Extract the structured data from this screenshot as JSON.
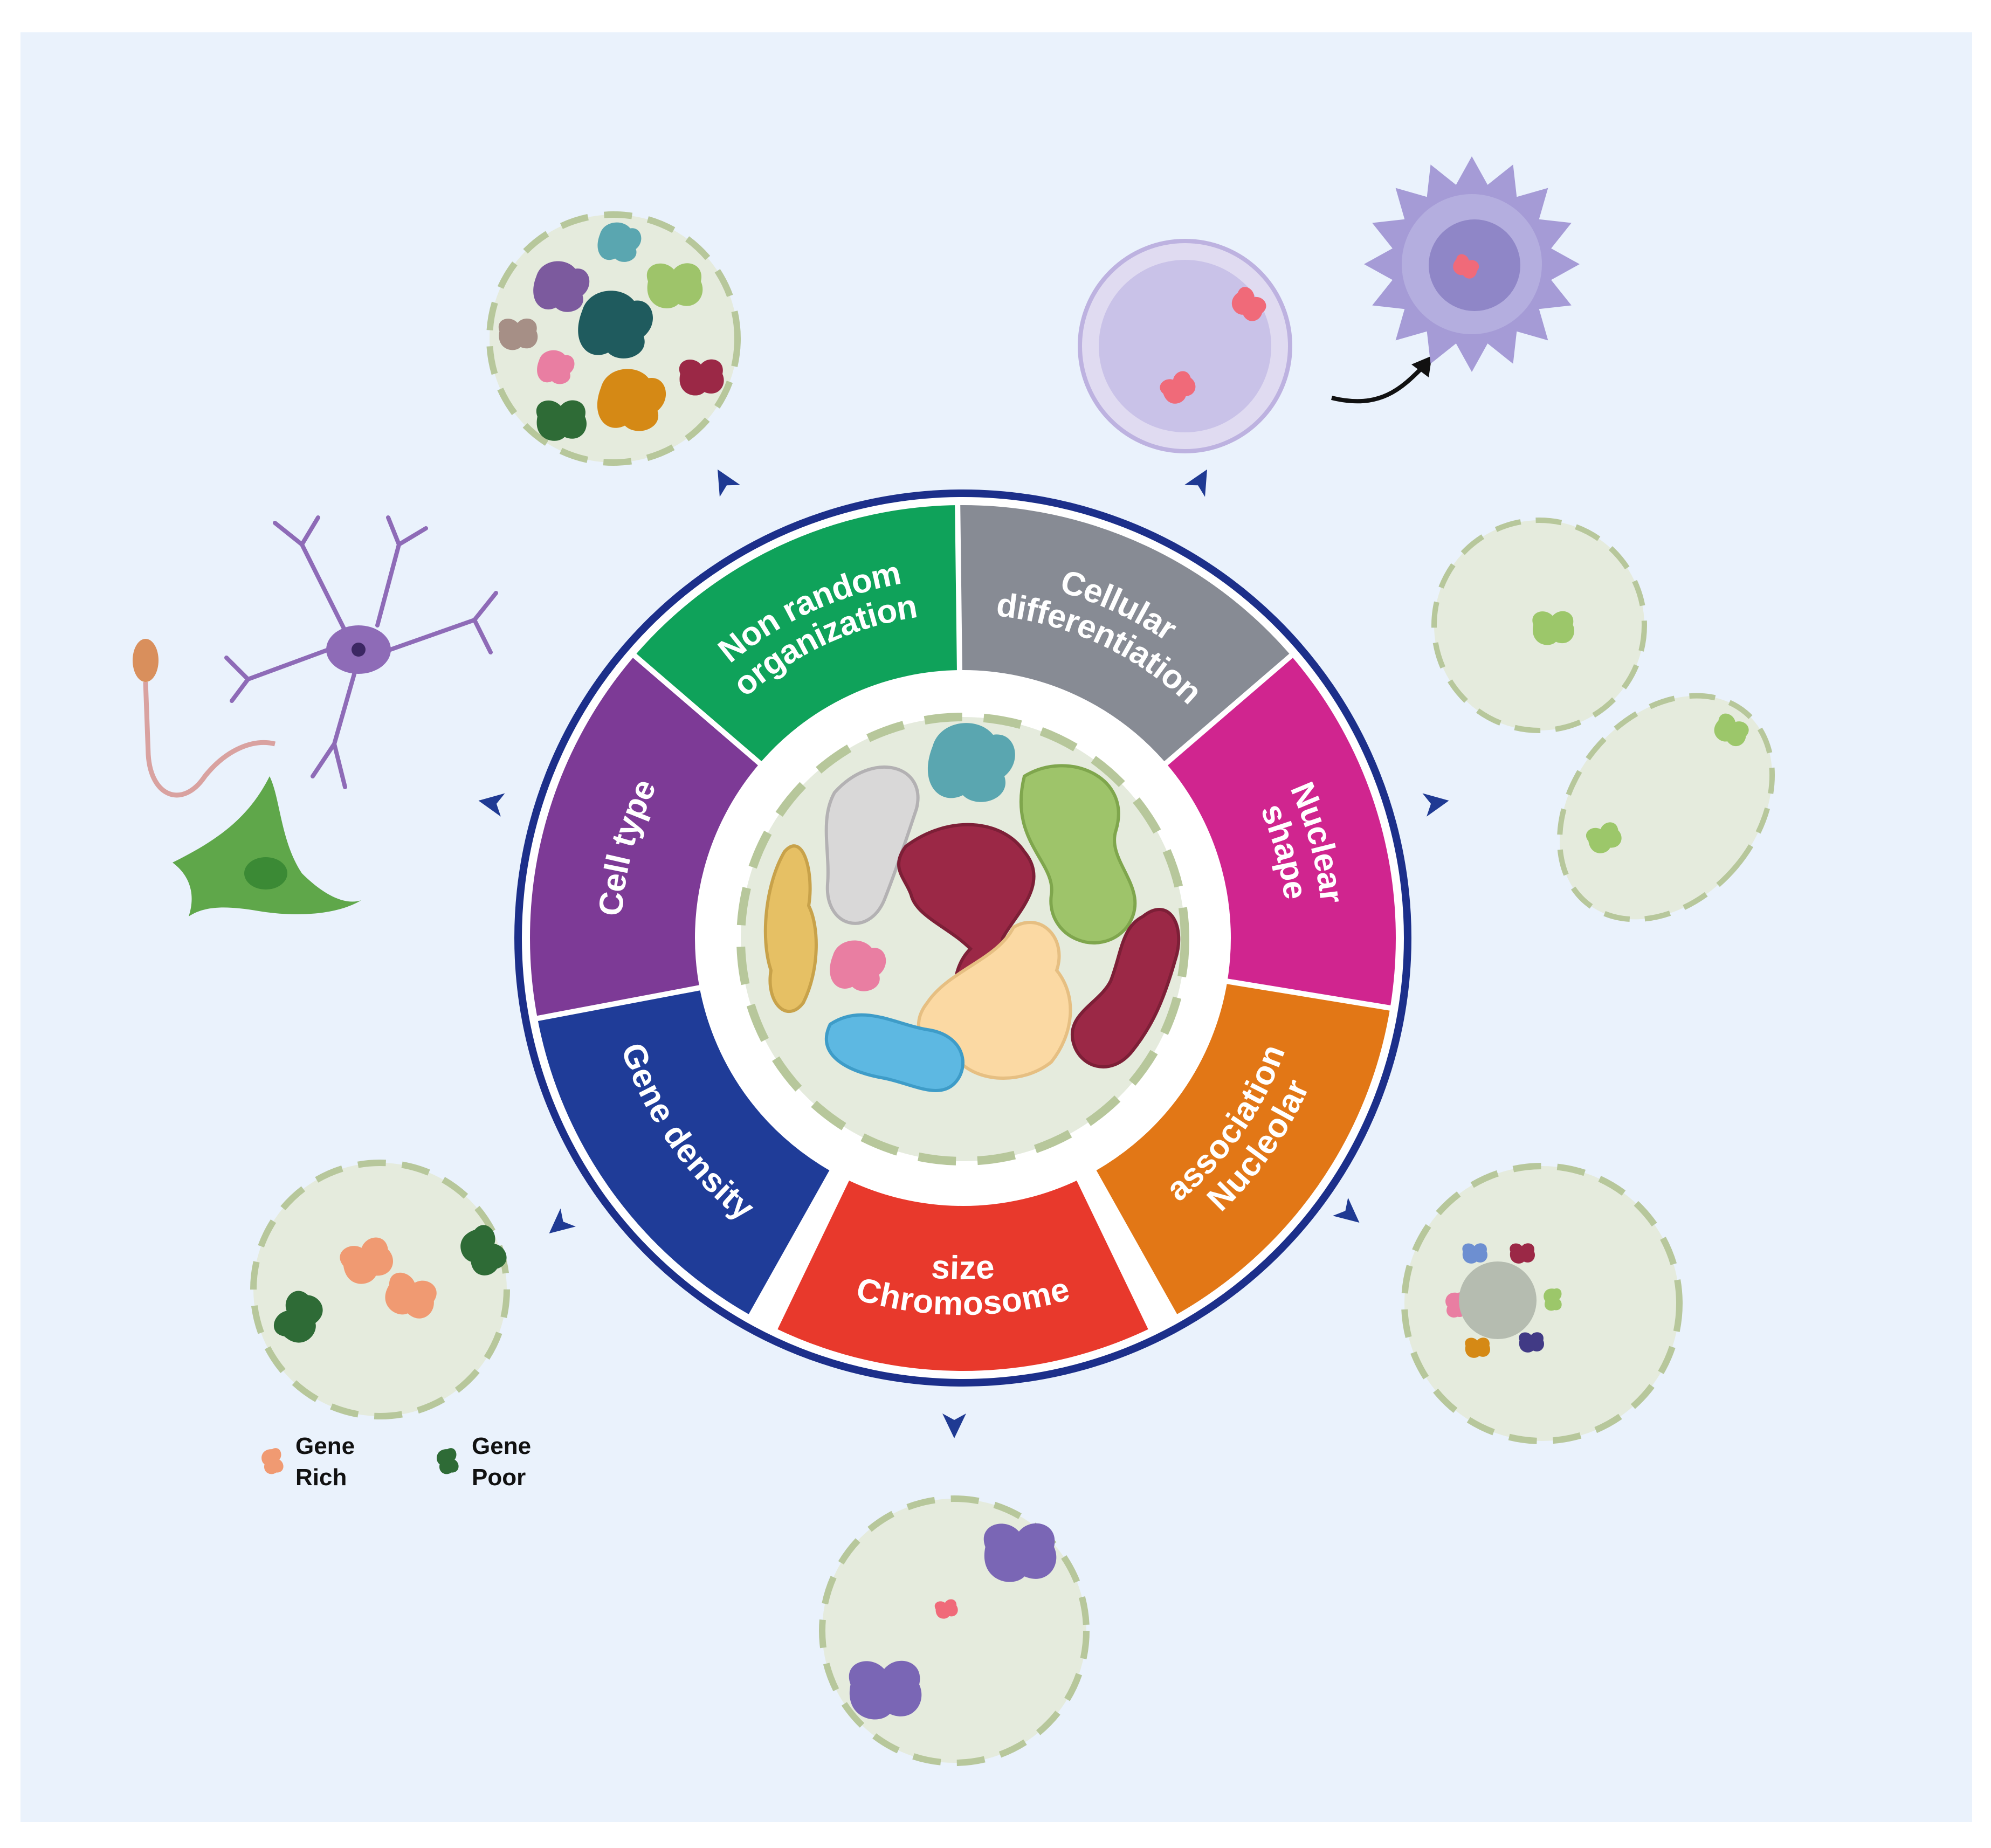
{
  "segments": [
    {
      "key": "non-random-organization",
      "lines": [
        "Non random",
        "organization"
      ],
      "color": "#0fa25a"
    },
    {
      "key": "cellular-differentiation",
      "lines": [
        "Cellular",
        "differentiation"
      ],
      "color": "#878b94"
    },
    {
      "key": "nuclear-shape",
      "lines": [
        "Nuclear",
        "shape"
      ],
      "color": "#d0258f"
    },
    {
      "key": "nucleolar-association",
      "lines": [
        "Nucleolar",
        "association"
      ],
      "color": "#e27716"
    },
    {
      "key": "chromosome-size",
      "lines": [
        "Chromosome",
        "size"
      ],
      "color": "#e8392c"
    },
    {
      "key": "gene-density",
      "lines": [
        "Gene density"
      ],
      "color": "#1f3c98"
    },
    {
      "key": "cell-type",
      "lines": [
        "Cell type"
      ],
      "color": "#7d3a96"
    }
  ],
  "legend": {
    "gene_rich": [
      "Gene",
      "Rich"
    ],
    "gene_poor": [
      "Gene",
      "Poor"
    ]
  },
  "colors": {
    "background": "#eaf2fc",
    "ring_outline": "#1c2f8a",
    "arrow": "#1f3a93",
    "nucleus_fill": "#e5ebdd",
    "nucleus_dash": "#b7c79b",
    "gene_rich": "#f09a72",
    "gene_poor": "#2e6b36"
  }
}
